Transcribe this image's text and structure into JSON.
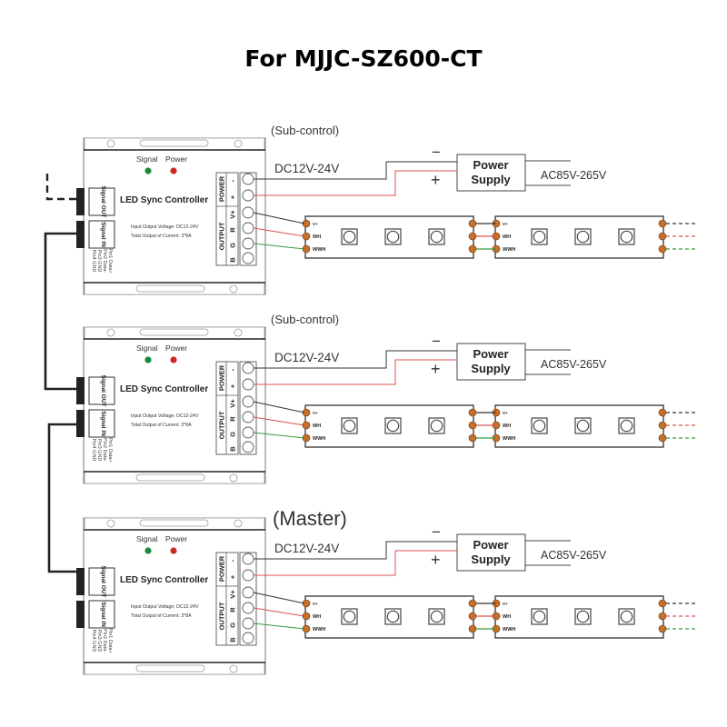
{
  "title": "For MJJC-SZ600-CT",
  "colors": {
    "wire_black": "#333333",
    "wire_red": "#d9534f",
    "wire_green": "#3a9a3a",
    "led_signal": "#1a8a3a",
    "led_power": "#cc2a22",
    "pad": "#c8702a"
  },
  "controller": {
    "led_labels": {
      "signal": "Signal",
      "power": "Power"
    },
    "name": "LED Sync Controller",
    "port_out": "Signal OUT",
    "port_in": "Signal IN",
    "spec_line1": "Input Output Voltage: DC12-24V",
    "spec_line2": "Total Output of Current: 3*8A",
    "pin_labels": [
      "Pin1 Data+",
      "Pin2 Data-",
      "Pin3 GND",
      "Pin4 GND"
    ],
    "terminal_groups": {
      "power": "POWER",
      "output": "OUTPUT"
    },
    "terminals": [
      "-",
      "+",
      "V+",
      "R",
      "G",
      "B"
    ]
  },
  "power_supply": {
    "label_line1": "Power",
    "label_line2": "Supply",
    "ac_label": "AC85V-265V",
    "minus": "−",
    "plus": "+"
  },
  "dc_label": "DC12V-24V",
  "strip": {
    "pad_labels": [
      "V+",
      "WH",
      "WWH"
    ]
  },
  "units": [
    {
      "role": "(Sub-control)",
      "role_style": "sub"
    },
    {
      "role": "(Sub-control)",
      "role_style": "sub"
    },
    {
      "role": "(Master)",
      "role_style": "master"
    }
  ]
}
